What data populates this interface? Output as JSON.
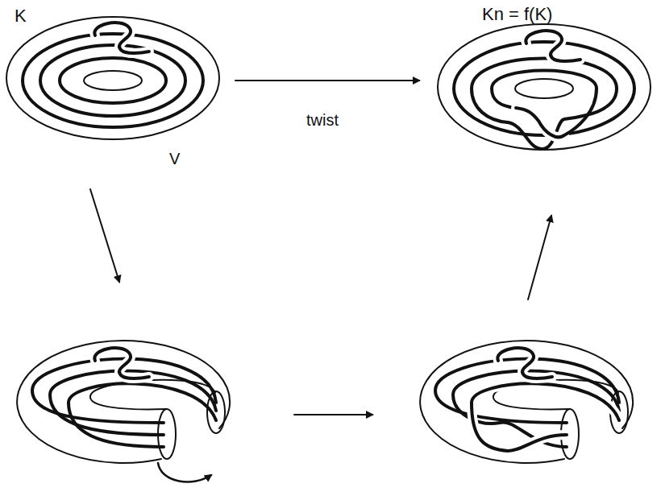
{
  "diagram": {
    "labels": [
      "K",
      "Kn = f(K)",
      "twist",
      "V"
    ]
  }
}
